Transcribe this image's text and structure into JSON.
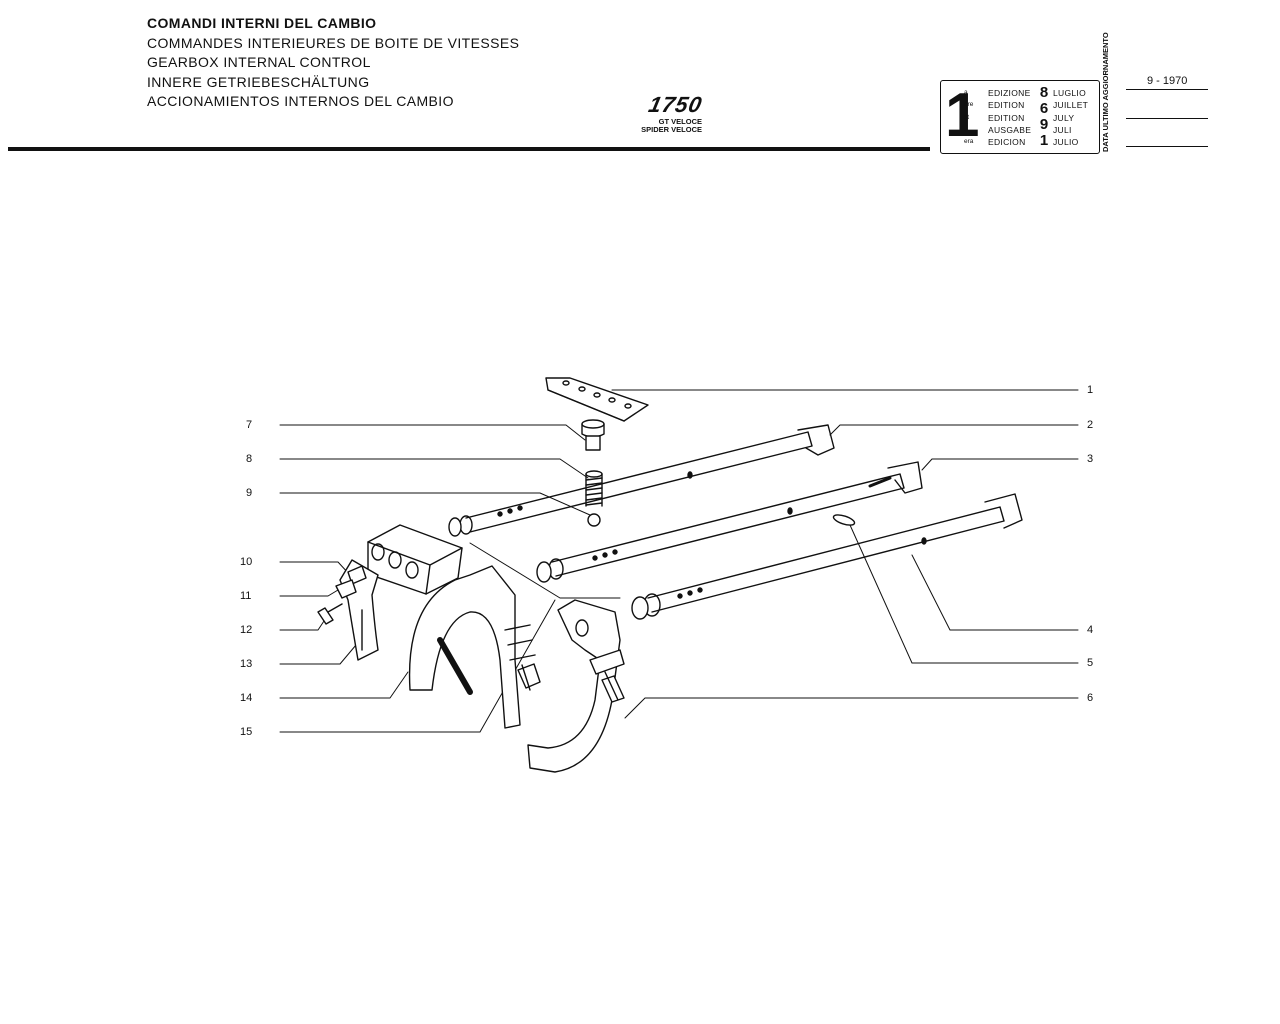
{
  "titles": [
    "COMANDI INTERNI DEL CAMBIO",
    "COMMANDES INTERIEURES DE BOITE DE VITESSES",
    "GEARBOX INTERNAL CONTROL",
    "INNERE GETRIEBESCHÄLTUNG",
    "ACCIONAMIENTOS INTERNOS DEL CAMBIO"
  ],
  "model": {
    "number": "1750",
    "line1": "GT VELOCE",
    "line2": "SPIDER VELOCE"
  },
  "edition": {
    "big_digit": "1",
    "suffixes": [
      "a",
      "ère",
      "st",
      ".",
      "era"
    ],
    "labels": [
      "EDIZIONE",
      "EDITION",
      "EDITION",
      "AUSGABE",
      "EDICION"
    ],
    "year_digits": [
      "8",
      "6",
      "9",
      "1"
    ],
    "months": [
      "LUGLIO",
      "JUILLET",
      "JULY",
      "JULI",
      "JULIO"
    ]
  },
  "update": {
    "label": "DATA ULTIMO AGGIORNAMENTO",
    "date": "9 - 1970"
  },
  "callouts": {
    "left": [
      "7",
      "8",
      "9",
      "10",
      "11",
      "12",
      "13",
      "14",
      "15"
    ],
    "right": [
      "1",
      "2",
      "3",
      "4",
      "5",
      "6"
    ]
  }
}
